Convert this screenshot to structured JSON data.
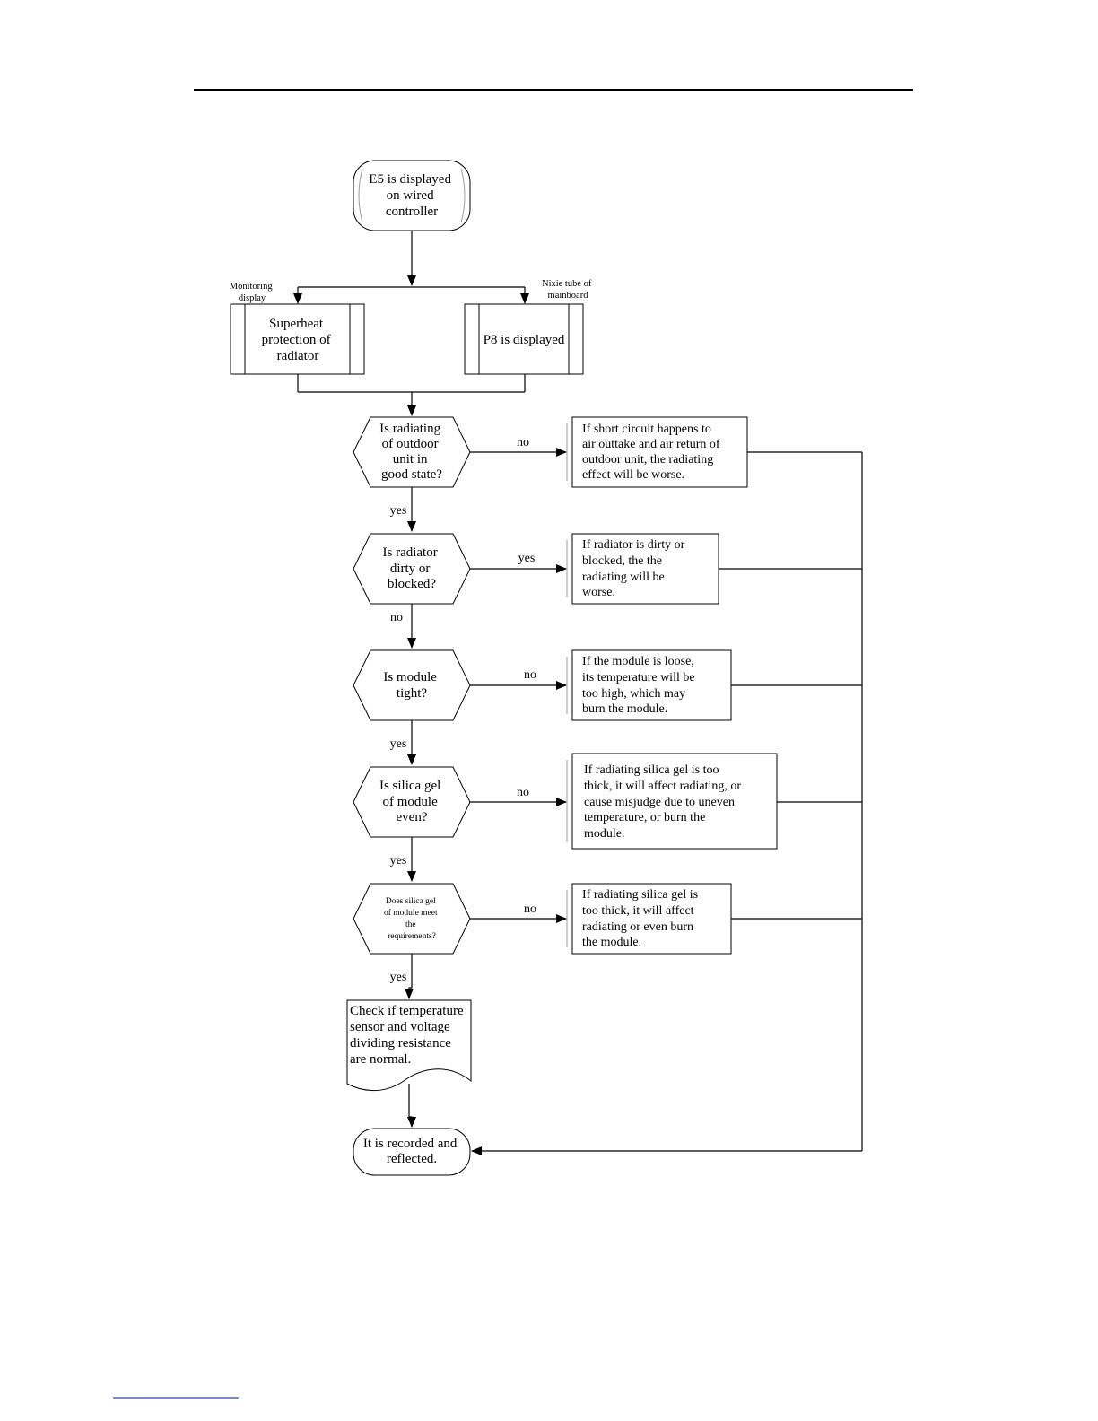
{
  "flowchart": {
    "start": [
      "E5 is displayed",
      "on wired",
      "controller"
    ],
    "branch_left_label": [
      "Monitoring",
      "display"
    ],
    "branch_right_label": [
      "Nixie tube of",
      "mainboard"
    ],
    "left_box": [
      "Superheat",
      "protection of",
      "radiator"
    ],
    "right_box": [
      "P8 is displayed"
    ],
    "decisions": [
      {
        "lines": [
          "Is radiating",
          "of outdoor",
          "unit in",
          "good state?"
        ],
        "down_label": "yes",
        "right_label": "no"
      },
      {
        "lines": [
          "Is radiator",
          "dirty or",
          "blocked?"
        ],
        "down_label": "no",
        "right_label": "yes"
      },
      {
        "lines": [
          "Is module",
          "tight?"
        ],
        "down_label": "yes",
        "right_label": "no"
      },
      {
        "lines": [
          "Is silica gel",
          "of module",
          "even?"
        ],
        "down_label": "yes",
        "right_label": "no"
      },
      {
        "lines": [
          "Does silica gel",
          "of module meet",
          "the",
          "requirements?"
        ],
        "down_label": "yes",
        "right_label": "no"
      }
    ],
    "notes": [
      [
        "If short circuit happens to",
        "air outtake and air return of",
        "outdoor unit, the radiating",
        "effect will be worse."
      ],
      [
        "If radiator is dirty or",
        "blocked, the the",
        "radiating will be",
        "worse."
      ],
      [
        "If the module is loose,",
        "its temperature will be",
        "too high, which may",
        "burn the module."
      ],
      [
        "If radiating silica gel is too",
        "thick, it will affect radiating, or",
        "cause misjudge due to uneven",
        "temperature, or  burn the",
        "module."
      ],
      [
        "If radiating silica gel is",
        "too thick, it will affect",
        "radiating or even burn",
        "the module."
      ]
    ],
    "document_box": [
      "Check if  temperature",
      "sensor and voltage",
      "dividing resistance",
      "are normal."
    ],
    "end": [
      "It is recorded and",
      "reflected."
    ]
  }
}
